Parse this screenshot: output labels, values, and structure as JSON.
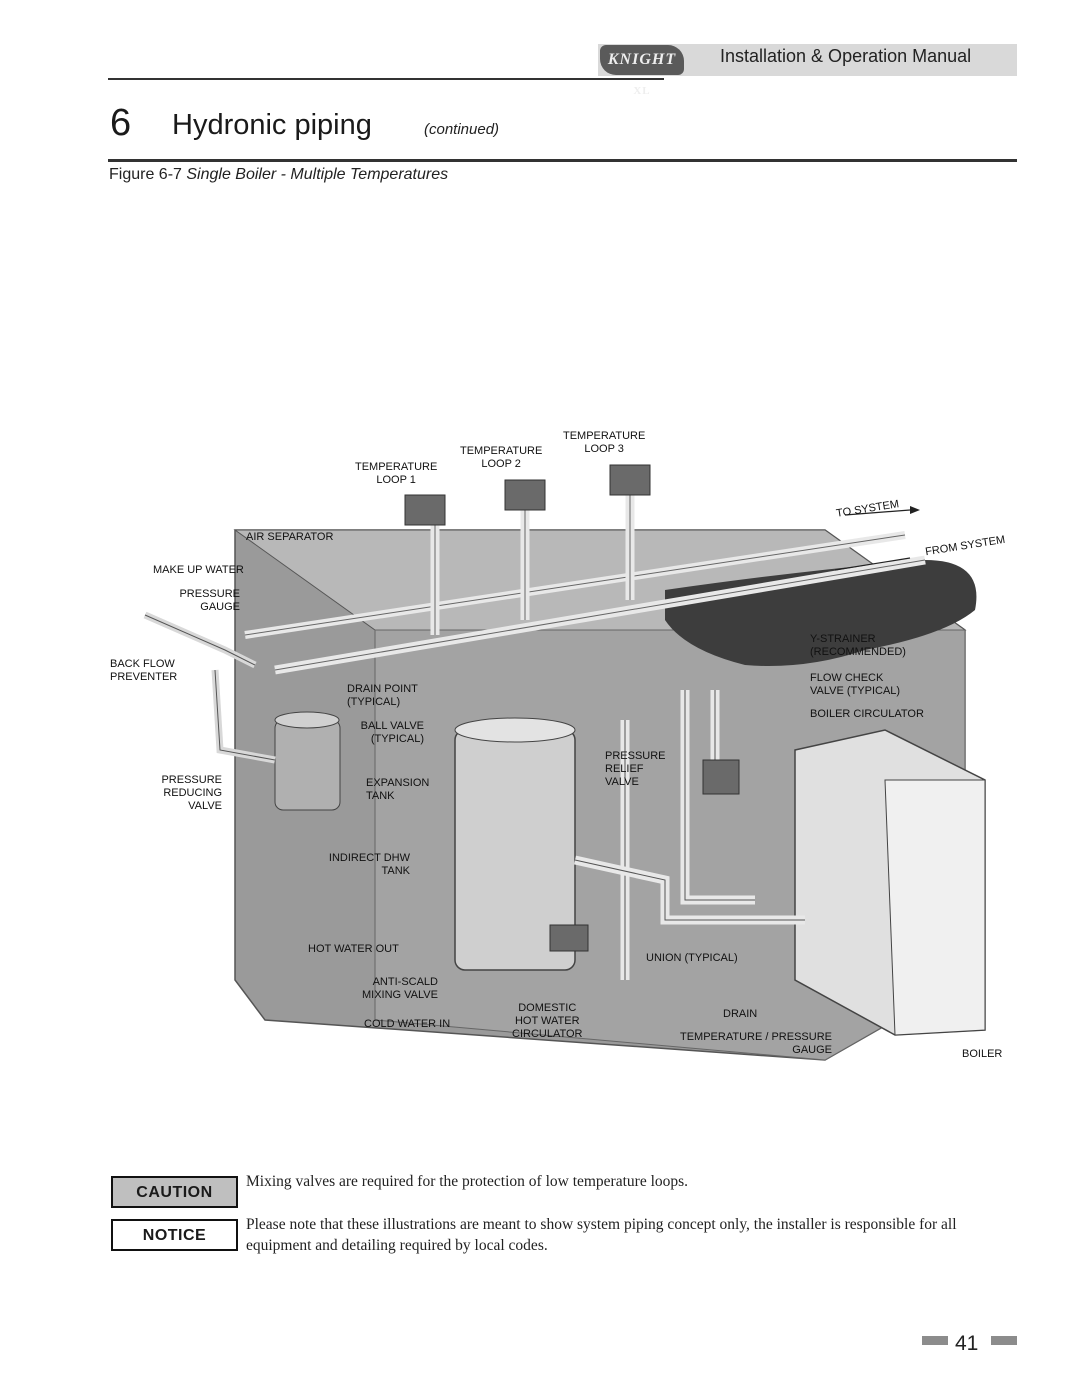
{
  "header": {
    "logo_text": "KNIGHT",
    "logo_sub": "XL",
    "manual_title": "Installation & Operation Manual"
  },
  "section": {
    "number": "6",
    "title": "Hydronic piping",
    "continued": "(continued)"
  },
  "figure": {
    "number": "Figure 6-7",
    "title": "Single Boiler - Multiple Temperatures"
  },
  "diagram_labels": {
    "temp_loop_3": "TEMPERATURE\nLOOP 3",
    "temp_loop_2": "TEMPERATURE\nLOOP 2",
    "temp_loop_1": "TEMPERATURE\nLOOP 1",
    "to_system": "TO SYSTEM",
    "from_system": "FROM SYSTEM",
    "air_separator": "AIR SEPARATOR",
    "make_up_water": "MAKE UP WATER",
    "pressure_gauge": "PRESSURE\nGAUGE",
    "back_flow_preventer": "BACK FLOW\nPREVENTER",
    "drain_point": "DRAIN POINT\n(TYPICAL)",
    "ball_valve": "BALL VALVE\n(TYPICAL)",
    "y_strainer": "Y-STRAINER\n(RECOMMENDED)",
    "flow_check_valve": "FLOW CHECK\nVALVE (TYPICAL)",
    "boiler_circulator": "BOILER CIRCULATOR",
    "pressure_relief_valve": "PRESSURE\nRELIEF\nVALVE",
    "pressure_reducing_valve": "PRESSURE\nREDUCING\nVALVE",
    "expansion_tank": "EXPANSION\nTANK",
    "indirect_dhw_tank": "INDIRECT DHW\nTANK",
    "hot_water_out": "HOT WATER OUT",
    "union": "UNION (TYPICAL)",
    "anti_scald": "ANTI-SCALD\nMIXING VALVE",
    "cold_water_in": "COLD WATER IN",
    "domestic_circulator": "DOMESTIC\nHOT WATER\nCIRCULATOR",
    "drain": "DRAIN",
    "temp_pressure_gauge": "TEMPERATURE / PRESSURE\nGAUGE",
    "boiler": "BOILER"
  },
  "notices": [
    {
      "type": "CAUTION",
      "text": "Mixing valves are required for the protection of low temperature loops."
    },
    {
      "type": "NOTICE",
      "text": "Please note that these illustrations are meant to show system piping concept only, the installer is responsible for all equipment and detailing required by local codes."
    }
  ],
  "page_number": "41"
}
